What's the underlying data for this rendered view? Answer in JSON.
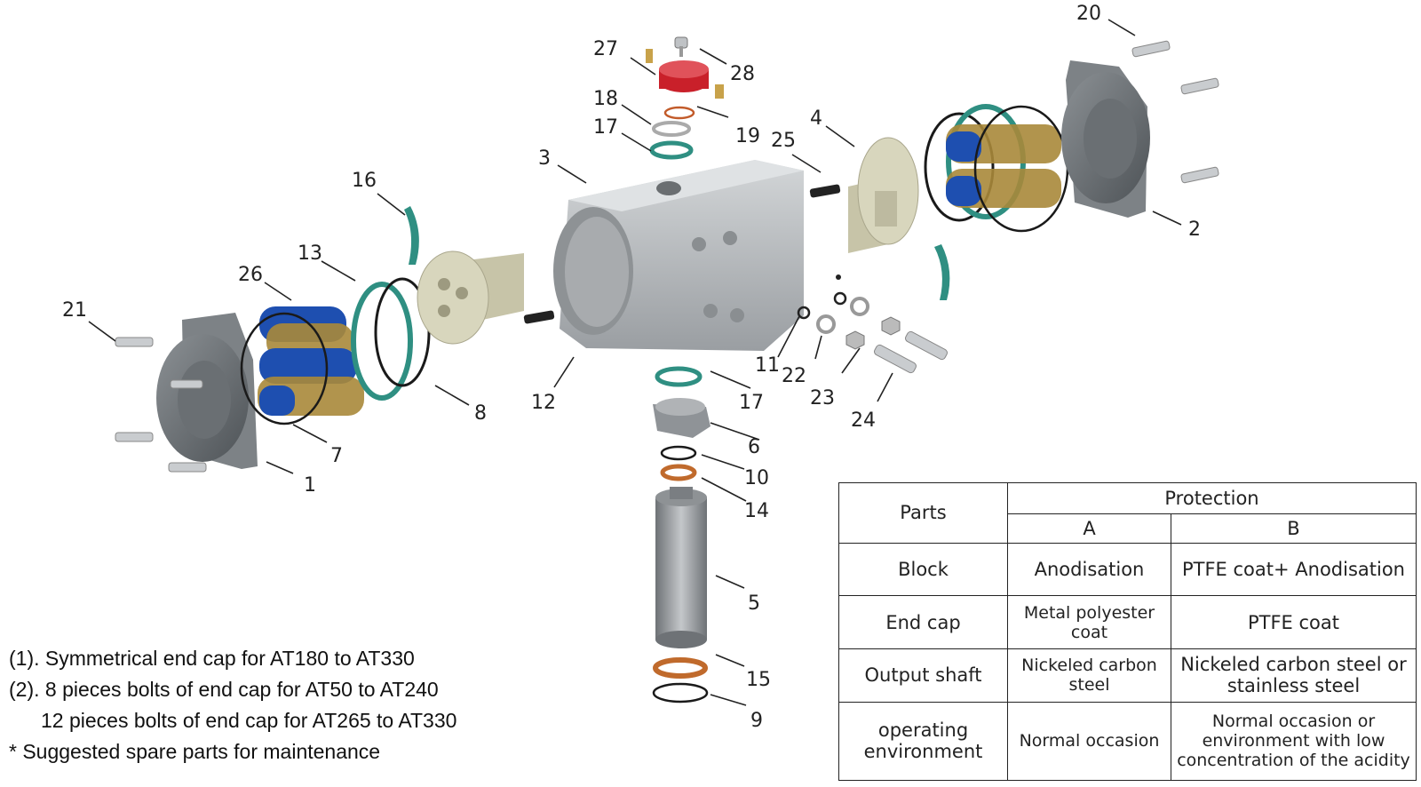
{
  "callouts": [
    {
      "id": "1",
      "label": "1"
    },
    {
      "id": "2",
      "label": "2"
    },
    {
      "id": "3",
      "label": "3"
    },
    {
      "id": "4",
      "label": "4"
    },
    {
      "id": "5",
      "label": "5"
    },
    {
      "id": "6",
      "label": "6"
    },
    {
      "id": "7",
      "label": "7"
    },
    {
      "id": "8",
      "label": "8"
    },
    {
      "id": "9",
      "label": "9"
    },
    {
      "id": "10",
      "label": "10"
    },
    {
      "id": "11",
      "label": "11"
    },
    {
      "id": "12",
      "label": "12"
    },
    {
      "id": "13",
      "label": "13"
    },
    {
      "id": "14",
      "label": "14"
    },
    {
      "id": "15",
      "label": "15"
    },
    {
      "id": "16",
      "label": "16"
    },
    {
      "id": "17a",
      "label": "17"
    },
    {
      "id": "17b",
      "label": "17"
    },
    {
      "id": "18",
      "label": "18"
    },
    {
      "id": "19",
      "label": "19"
    },
    {
      "id": "20",
      "label": "20"
    },
    {
      "id": "21",
      "label": "21"
    },
    {
      "id": "22",
      "label": "22"
    },
    {
      "id": "23",
      "label": "23"
    },
    {
      "id": "24",
      "label": "24"
    },
    {
      "id": "25",
      "label": "25"
    },
    {
      "id": "26",
      "label": "26"
    },
    {
      "id": "27",
      "label": "27"
    },
    {
      "id": "28",
      "label": "28"
    }
  ],
  "notes": {
    "line1": "(1). Symmetrical end cap for AT180 to AT330",
    "line2": "(2). 8 pieces bolts of end cap for AT50 to AT240",
    "line3": "12 pieces bolts of end cap for AT265 to AT330",
    "line4": "*  Suggested spare parts for maintenance"
  },
  "table": {
    "col_parts": "Parts",
    "col_protection": "Protection",
    "sub_a": "A",
    "sub_b": "B",
    "rows": [
      {
        "part": "Block",
        "a": "Anodisation",
        "b": "PTFE coat+ Anodisation"
      },
      {
        "part": "End cap",
        "a": "Metal polyester coat",
        "b": "PTFE coat"
      },
      {
        "part": "Output shaft",
        "a": "Nickeled carbon steel",
        "b": "Nickeled carbon steel or stainless steel"
      },
      {
        "part": "operating environment",
        "a": "Normal occasion",
        "b": "Normal occasion or environment with low concentration of the acidity"
      }
    ]
  },
  "colors": {
    "body_metal": "#b9bcbf",
    "end_cap": "#6f7478",
    "piston": "#d8d6bd",
    "spring": "#a8883a",
    "spring_cup": "#1e4fb0",
    "guide_band": "#2f8f82",
    "oring": "#1a1a1a",
    "red_indicator": "#c9202a",
    "bronze_bearing": "#c06a2c"
  }
}
